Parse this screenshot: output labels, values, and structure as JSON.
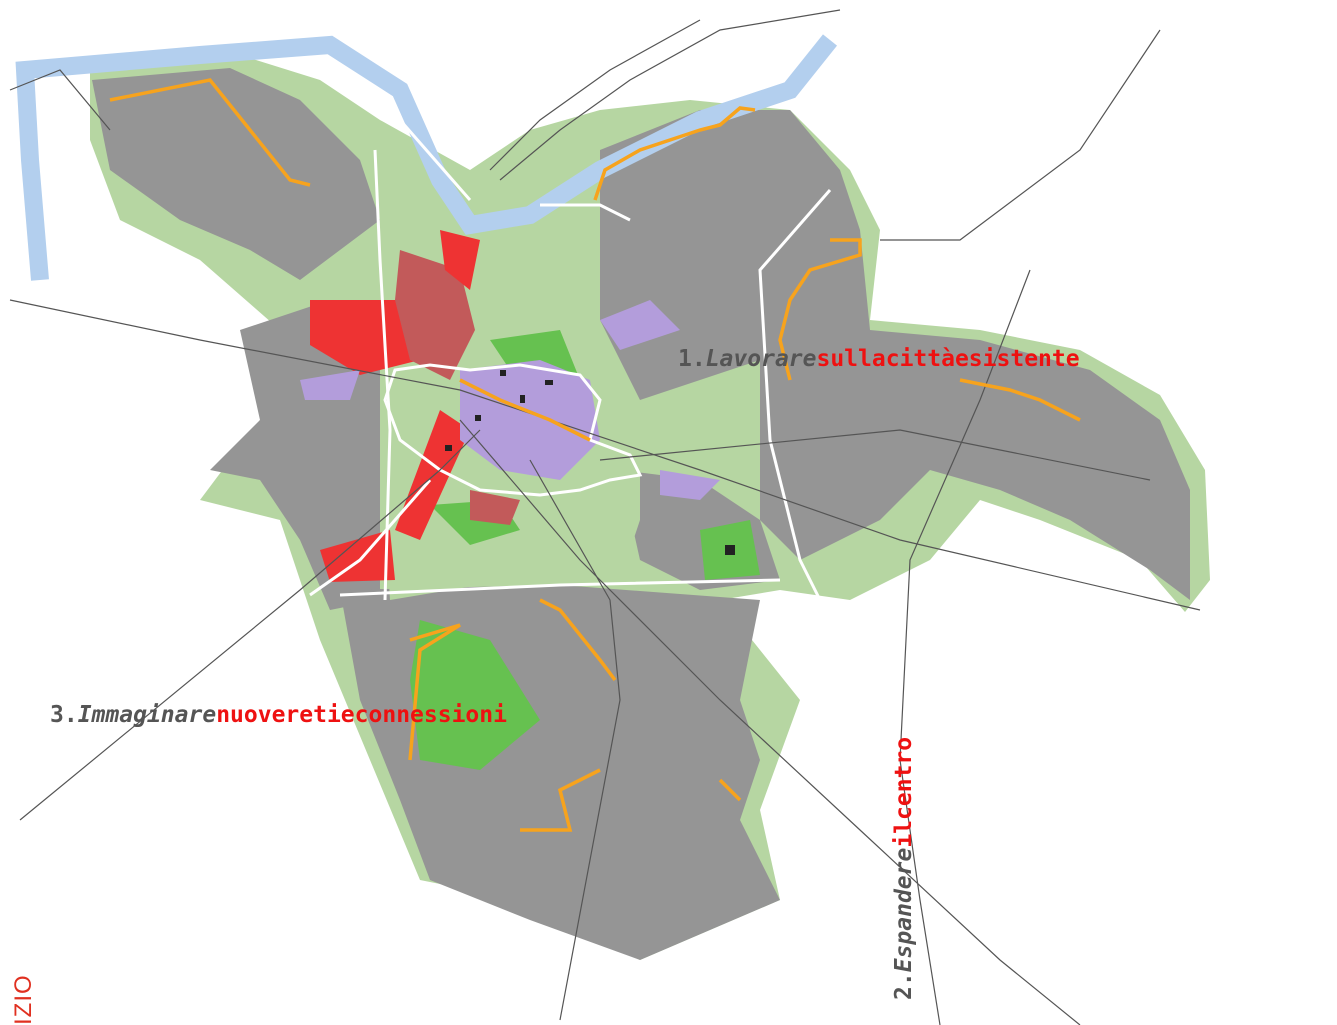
{
  "labels": [
    {
      "id": "1",
      "number": "1.",
      "verb": "Lavorare",
      "rest": "sullacittàesistente"
    },
    {
      "id": "2",
      "number": "2.",
      "verb": "Espandere",
      "rest": "ilcentro"
    },
    {
      "id": "3",
      "number": "3.",
      "verb": "Immaginare",
      "rest": "nuoveretieconnessioni"
    }
  ],
  "corner_text": "IZIO",
  "colors": {
    "urban_gray": "#959595",
    "green_light": "#b6d6a2",
    "green_bright": "#66c150",
    "river_blue": "#b3cfee",
    "red": "#ee3333",
    "red_dark": "#c25a5a",
    "purple": "#b39ddb",
    "orange": "#f7a31d",
    "label_gray": "#555555",
    "label_red": "#ee1111"
  }
}
